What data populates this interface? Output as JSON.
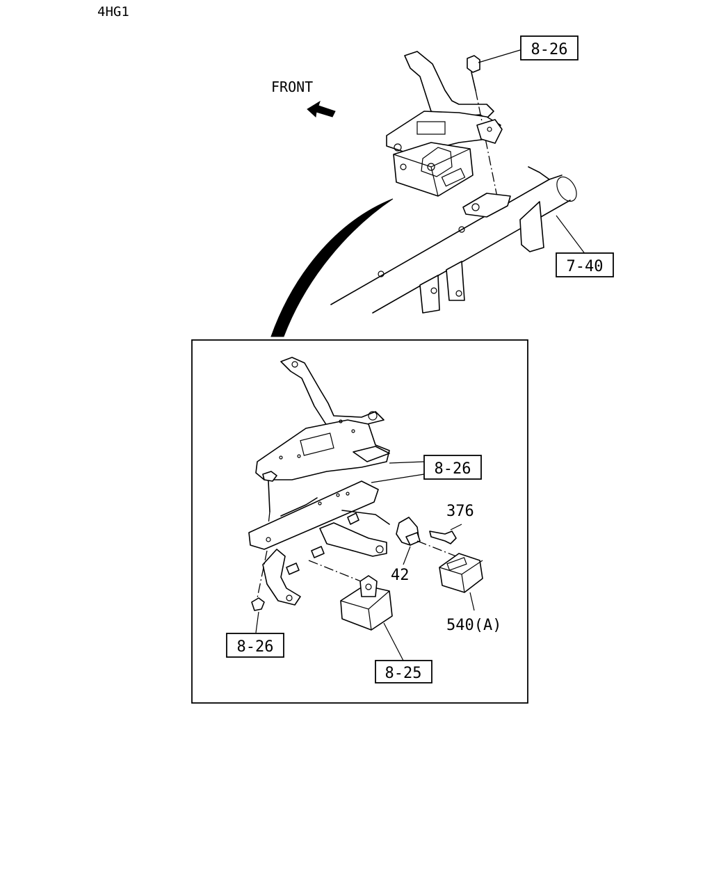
{
  "header": {
    "engine_code": "4HG1"
  },
  "direction": {
    "label": "FRONT"
  },
  "callouts": {
    "ref_8_26_top": "8-26",
    "ref_7_40": "7-40",
    "ref_8_26_inset": "8-26",
    "ref_8_26_bottom": "8-26",
    "ref_8_25": "8-25",
    "part_376": "376",
    "part_42": "42",
    "part_540a": "540(A)"
  }
}
